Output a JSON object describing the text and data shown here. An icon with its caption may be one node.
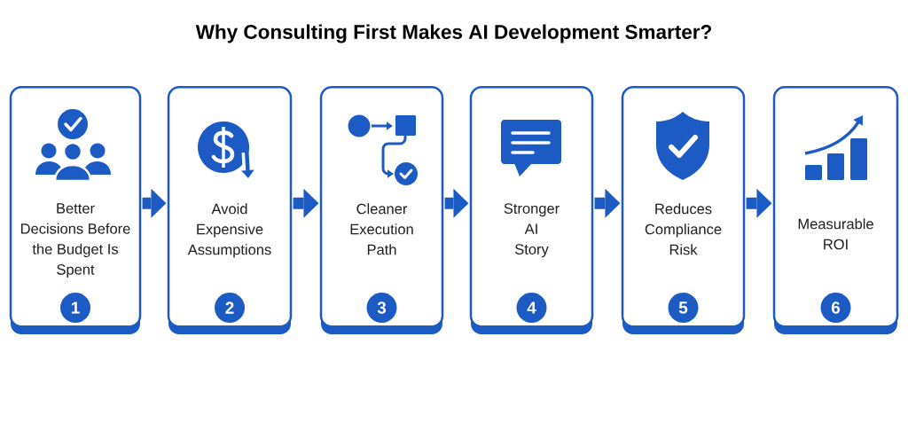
{
  "diagram": {
    "title": "Why Consulting First Makes AI Development Smarter?",
    "nodes": [
      {
        "text": [
          "Better Decisions Before the Budget Is Spent"
        ]
      },
      {
        "text": [
          "1"
        ],
        "in": 0
      },
      {
        "text": [
          "Avoid Expensive Assumptions"
        ]
      },
      {
        "text": [
          "2"
        ],
        "in": 2
      },
      {
        "text": [
          "Cleaner Execution Path"
        ]
      },
      {
        "text": [
          "3"
        ],
        "in": 4
      },
      {
        "text": [
          "Stronger AI Story"
        ]
      },
      {
        "text": [
          "4"
        ],
        "in": 6
      },
      {
        "text": [
          "Reduces Compliance Risk"
        ]
      },
      {
        "text": [
          "5"
        ],
        "in": 8
      },
      {
        "text": [
          "Measurable ROI"
        ]
      },
      {
        "text": [
          "6"
        ],
        "in": 10
      }
    ],
    "edges": [
      {
        "from": 0,
        "to": 2,
        "arrow": "to"
      },
      {
        "from": 2,
        "to": 4,
        "arrow": "to"
      },
      {
        "from": 4,
        "to": 6,
        "arrow": "to"
      },
      {
        "from": 6,
        "to": 8,
        "arrow": "to"
      },
      {
        "from": 8,
        "to": 10,
        "arrow": "to"
      }
    ]
  }
}
